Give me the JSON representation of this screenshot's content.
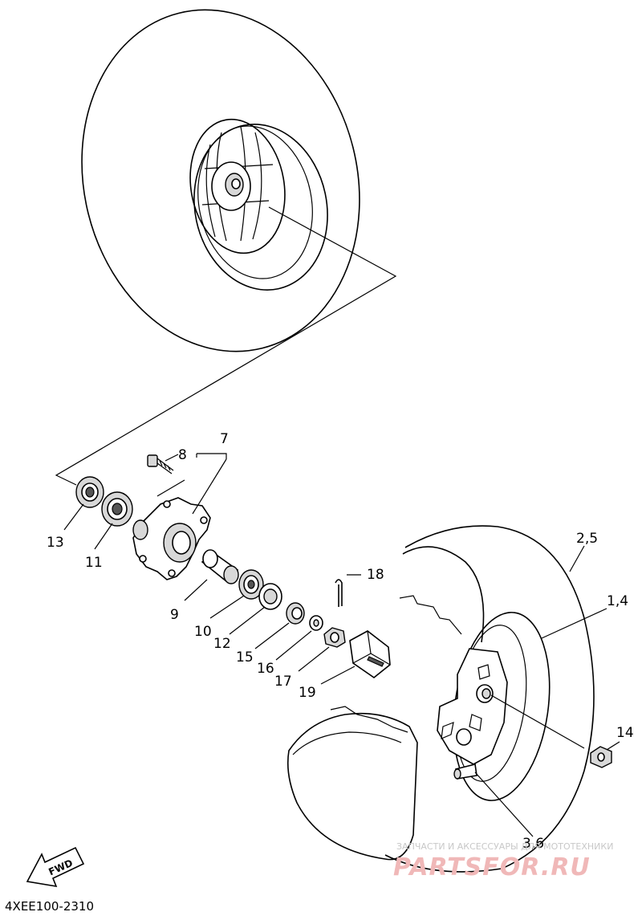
{
  "diagram": {
    "callouts": [
      {
        "id": "7",
        "text": "7"
      },
      {
        "id": "8",
        "text": "8"
      },
      {
        "id": "13",
        "text": "13"
      },
      {
        "id": "11",
        "text": "11"
      },
      {
        "id": "9",
        "text": "9"
      },
      {
        "id": "10",
        "text": "10"
      },
      {
        "id": "12",
        "text": "12"
      },
      {
        "id": "15",
        "text": "15"
      },
      {
        "id": "16",
        "text": "16"
      },
      {
        "id": "17",
        "text": "17"
      },
      {
        "id": "18",
        "text": "18"
      },
      {
        "id": "19",
        "text": "19"
      },
      {
        "id": "2_5",
        "text": "2,5"
      },
      {
        "id": "1_4",
        "text": "1,4"
      },
      {
        "id": "14",
        "text": "14"
      },
      {
        "id": "3_6",
        "text": "3,6"
      }
    ],
    "diagram_code": "4XEE100-2310",
    "direction_label": "FWD"
  },
  "watermark": {
    "tagline": "ЗАПЧАСТИ И АКСЕССУАРЫ ДЛЯ МОТОТЕХНИКИ",
    "brand": "PARTSFOR.RU"
  }
}
